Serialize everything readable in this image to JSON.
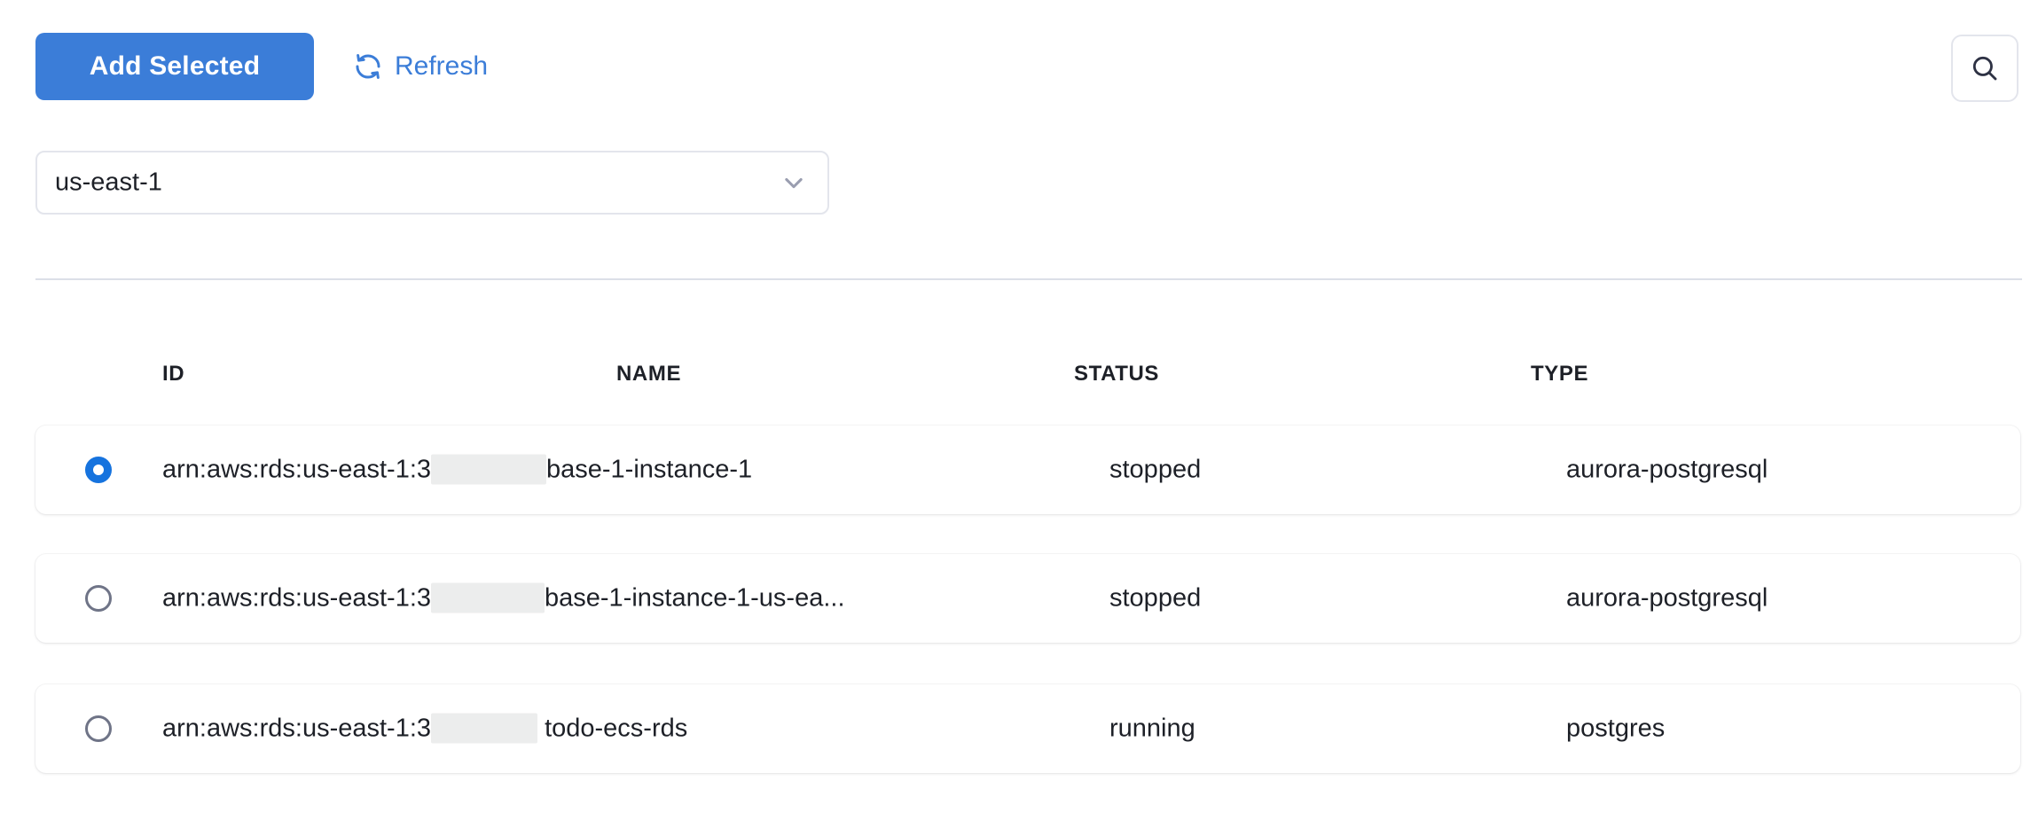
{
  "toolbar": {
    "add_selected_label": "Add Selected",
    "refresh_label": "Refresh",
    "refresh_icon": "refresh-icon",
    "search_icon": "search-icon",
    "accent_color": "#3b7dd8"
  },
  "region_select": {
    "value": "us-east-1",
    "chevron_icon": "chevron-down-icon"
  },
  "table": {
    "columns": [
      "ID",
      "NAME",
      "STATUS",
      "TYPE"
    ],
    "rows": [
      {
        "selected": true,
        "id_prefix": "arn:aws:rds:us-east-1:3",
        "id_redacted_width": 130,
        "id_suffix": "base-1-instance-1",
        "name": "",
        "status": "stopped",
        "type": "aurora-postgresql"
      },
      {
        "selected": false,
        "id_prefix": "arn:aws:rds:us-east-1:3",
        "id_redacted_width": 128,
        "id_suffix": "base-1-instance-1-us-ea...",
        "name": "",
        "status": "stopped",
        "type": "aurora-postgresql"
      },
      {
        "selected": false,
        "id_prefix": "arn:aws:rds:us-east-1:3",
        "id_redacted_width": 120,
        "id_suffix": " todo-ecs-rds",
        "name": "",
        "status": "running",
        "type": "postgres"
      }
    ]
  }
}
